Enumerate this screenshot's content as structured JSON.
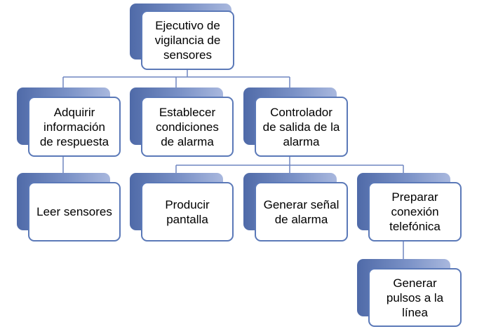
{
  "colors": {
    "border": "#5b79b8",
    "shadow_dark": "#4f6aa8",
    "shadow_light": "#a9b8de",
    "connector": "#6f86c0",
    "box_fill": "#ffffff",
    "text": "#000000"
  },
  "nodes": {
    "root": "Ejecutivo de\nvigilancia de\nsensores",
    "adquirir": "Adquirir\ninformación\nde respuesta",
    "establecer": "Establecer\ncondiciones\nde alarma",
    "controlador": "Controlador\nde salida de la\nalarma",
    "leer": "Leer sensores",
    "producir": "Producir\npantalla",
    "generar_senal": "Generar señal\nde alarma",
    "preparar": "Preparar\nconexión\ntelefónica",
    "generar_pulsos": "Generar\npulsos a la\nlínea"
  }
}
